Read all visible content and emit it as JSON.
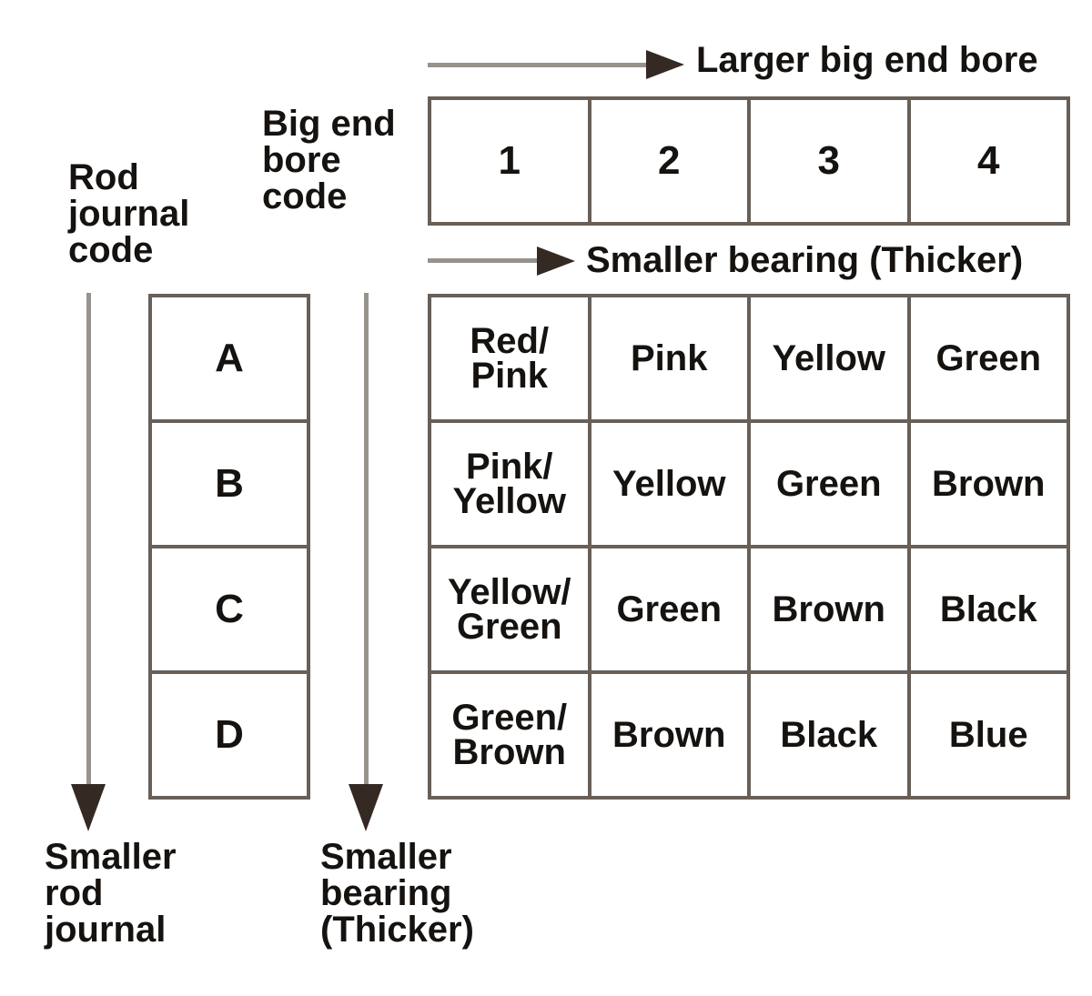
{
  "colors": {
    "background": "#ffffff",
    "table_border": "#675f58",
    "arrow_shaft": "#98928d",
    "arrow_head": "#342a23",
    "text": "#15120f"
  },
  "labels": {
    "larger_big_end_bore": "Larger big end bore",
    "smaller_bearing_thicker": "Smaller bearing (Thicker)",
    "big_end_bore_code": "Big end\nbore\ncode",
    "rod_journal_code": "Rod\njournal\ncode",
    "smaller_rod_journal": "Smaller\nrod\njournal",
    "smaller_bearing_thicker_vertical": "Smaller\nbearing\n(Thicker)"
  },
  "bore_codes": [
    "1",
    "2",
    "3",
    "4"
  ],
  "journal_codes": [
    "A",
    "B",
    "C",
    "D"
  ],
  "matrix": {
    "rows": [
      {
        "journal_code": "A",
        "cells": [
          "Red/\nPink",
          "Pink",
          "Yellow",
          "Green"
        ]
      },
      {
        "journal_code": "B",
        "cells": [
          "Pink/\nYellow",
          "Yellow",
          "Green",
          "Brown"
        ]
      },
      {
        "journal_code": "C",
        "cells": [
          "Yellow/\nGreen",
          "Green",
          "Brown",
          "Black"
        ]
      },
      {
        "journal_code": "D",
        "cells": [
          "Green/\nBrown",
          "Brown",
          "Black",
          "Blue"
        ]
      }
    ]
  }
}
